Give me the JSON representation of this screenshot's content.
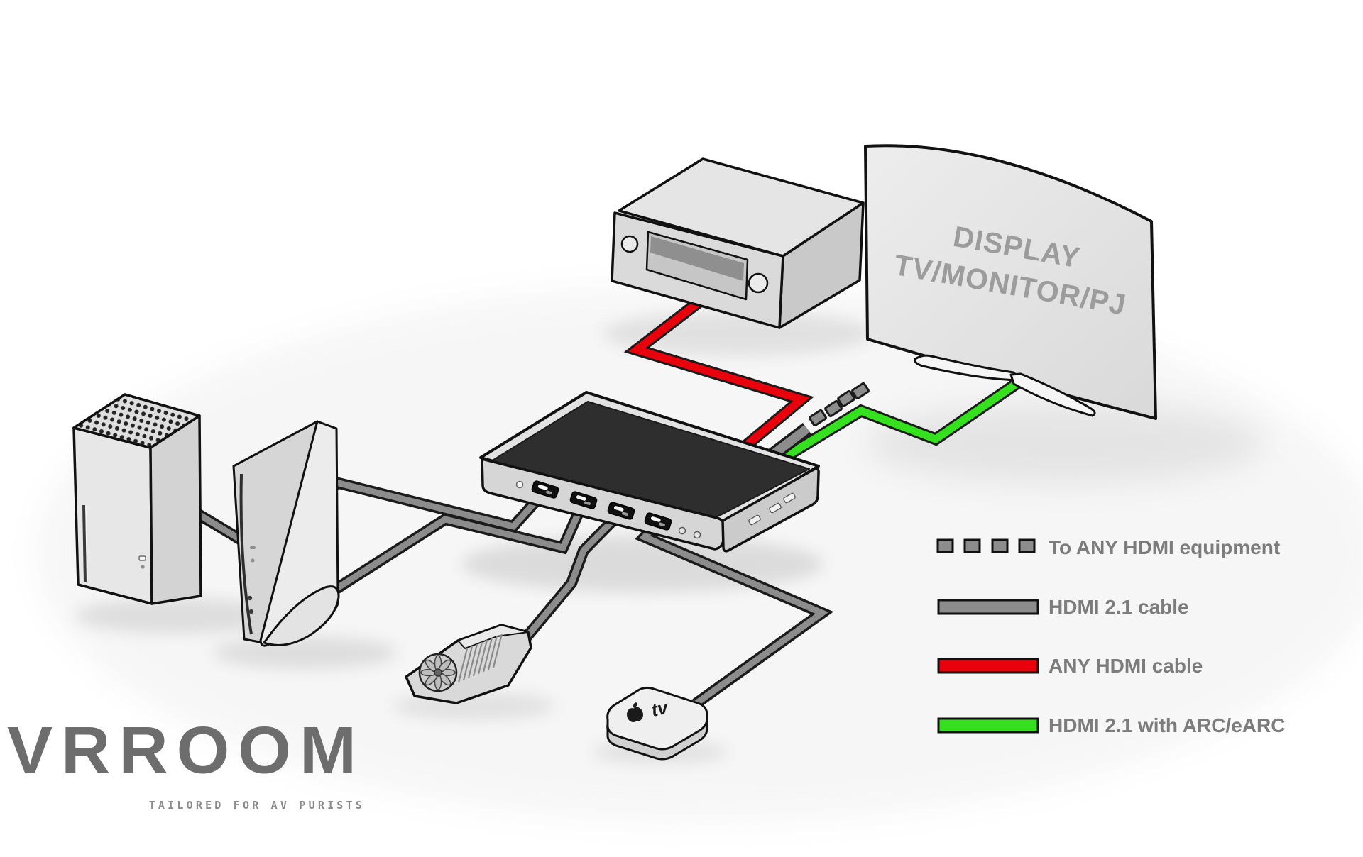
{
  "brand": {
    "logo_text": "VRROOM",
    "tagline": "TAILORED FOR AV PURISTS"
  },
  "display": {
    "label_line1": "DISPLAY",
    "label_line2": "TV/MONITOR/PJ"
  },
  "apple_tv": {
    "label": "tv"
  },
  "legend": {
    "items": [
      {
        "id": "to-any-hdmi-equipment",
        "label": "To ANY HDMI equipment",
        "color": "#8c8c8c",
        "line_style": "dashed"
      },
      {
        "id": "hdmi-21-cable",
        "label": "HDMI 2.1 cable",
        "color": "#8c8c8c",
        "line_style": "solid"
      },
      {
        "id": "any-hdmi-cable",
        "label": "ANY HDMI cable",
        "color": "#e8000d",
        "line_style": "solid"
      },
      {
        "id": "hdmi-21-arc-earc",
        "label": "HDMI 2.1 with ARC/eARC",
        "color": "#35e01e",
        "line_style": "solid"
      }
    ]
  },
  "devices": {
    "sources": [
      "xbox-series-x-console",
      "playstation-5-console",
      "graphics-card",
      "apple-tv-box"
    ],
    "hub": "vrroom-hdmi-processor",
    "sinks": [
      "av-receiver",
      "display-tv-monitor-projector"
    ]
  },
  "colors": {
    "cable_gray": "#8c8c8c",
    "cable_red": "#e8000d",
    "cable_green": "#35e01e",
    "cable_outline": "#1b1b1b",
    "text_gray": "#7c7c7c",
    "logo_gray": "#6d6d6d",
    "screen_text": "#9c9c9c"
  }
}
